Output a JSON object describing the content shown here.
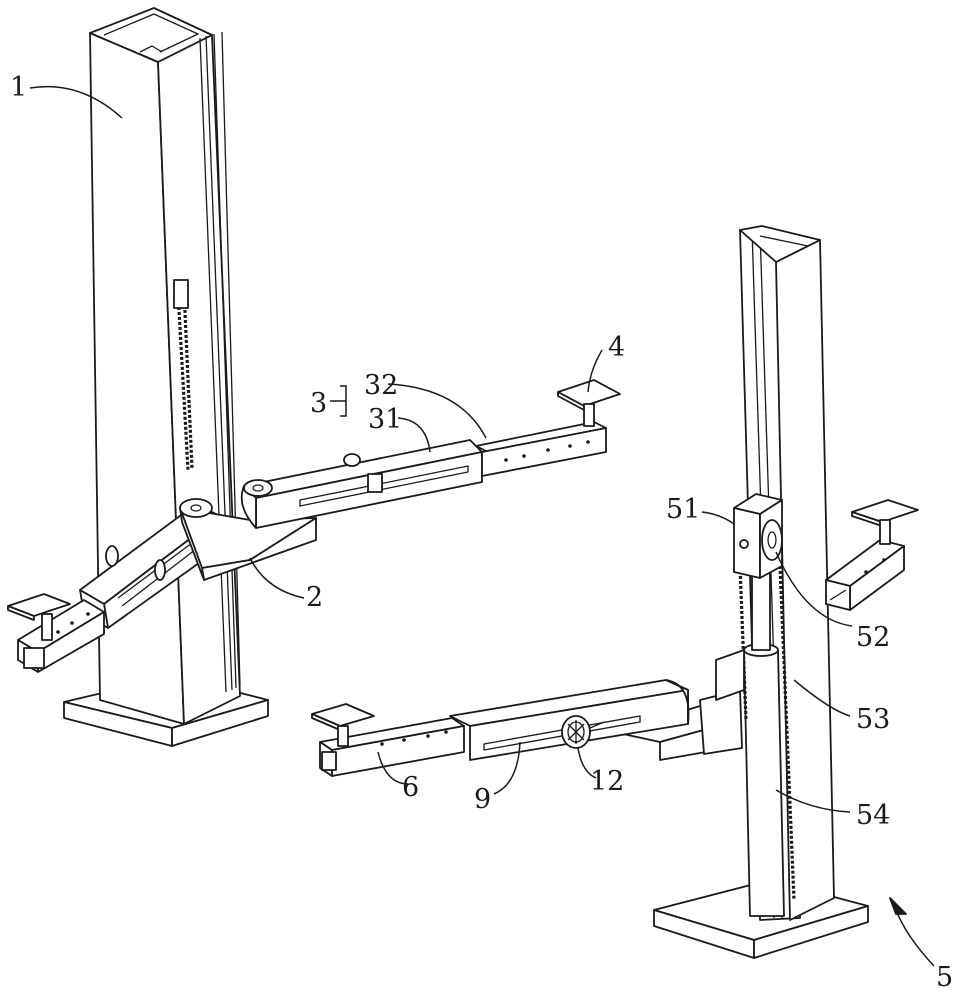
{
  "labels": {
    "l1": "1",
    "l2": "2",
    "l3": "3",
    "l31": "31",
    "l32": "32",
    "l4": "4",
    "l5": "5",
    "l51": "51",
    "l52": "52",
    "l53": "53",
    "l54": "54",
    "l6": "6",
    "l9": "9",
    "l12": "12"
  }
}
